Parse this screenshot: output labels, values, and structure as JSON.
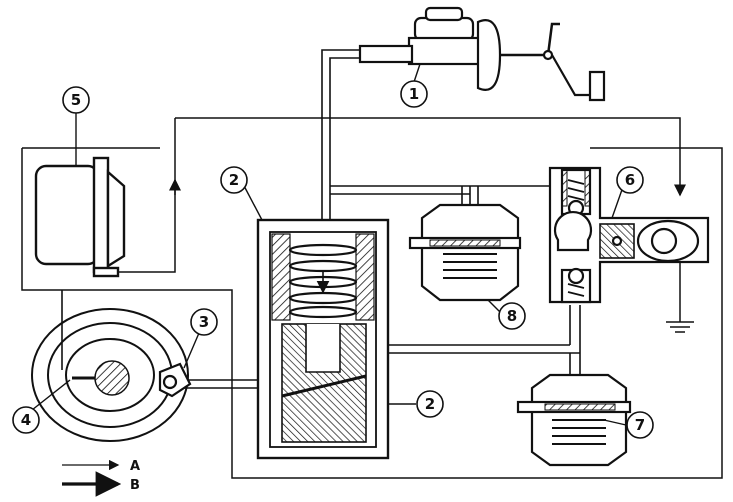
{
  "callouts": [
    {
      "id": "1",
      "text": "1"
    },
    {
      "id": "2a",
      "text": "2"
    },
    {
      "id": "2b",
      "text": "2"
    },
    {
      "id": "3",
      "text": "3"
    },
    {
      "id": "4",
      "text": "4"
    },
    {
      "id": "5",
      "text": "5"
    },
    {
      "id": "6",
      "text": "6"
    },
    {
      "id": "7",
      "text": "7"
    },
    {
      "id": "8",
      "text": "8"
    }
  ],
  "legend": {
    "a_label": "A",
    "b_label": "B"
  },
  "colors": {
    "ink": "#111111",
    "paper": "#ffffff"
  }
}
